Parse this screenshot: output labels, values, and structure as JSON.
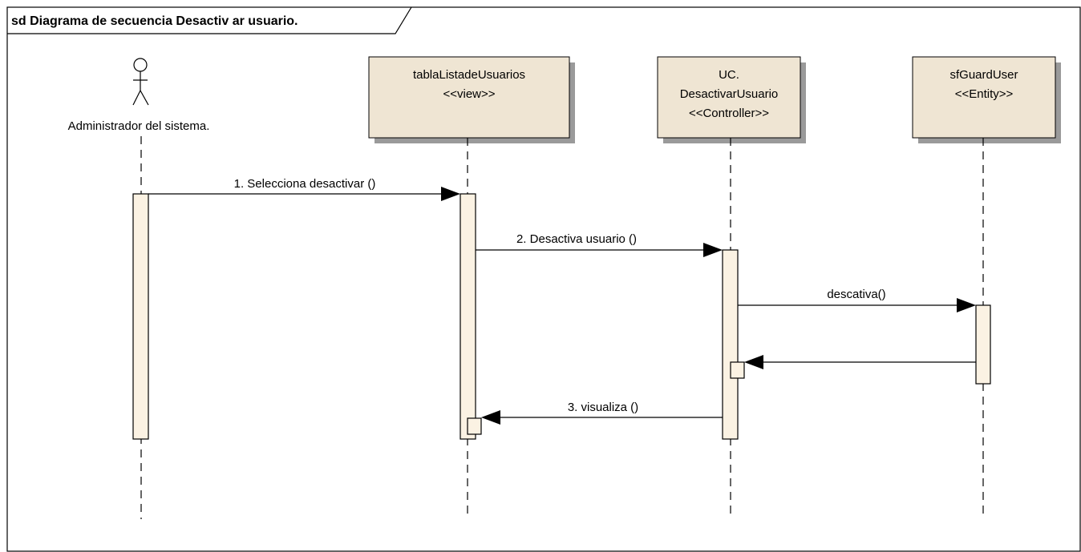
{
  "frame": {
    "title": "sd Diagrama de secuencia Desactiv ar usuario."
  },
  "actor": {
    "name": "Administrador del sistema."
  },
  "lifelines": [
    {
      "lines": [
        "tablaListadeUsuarios",
        "<<view>>"
      ]
    },
    {
      "lines": [
        "UC.",
        "DesactivarUsuario",
        "<<Controller>>"
      ]
    },
    {
      "lines": [
        "sfGuardUser",
        "<<Entity>>"
      ]
    }
  ],
  "messages": [
    {
      "label": "1. Selecciona desactivar ()"
    },
    {
      "label": "2. Desactiva usuario ()"
    },
    {
      "label": "descativa()"
    },
    {
      "label": ""
    },
    {
      "label": "3. visualiza ()"
    }
  ],
  "colors": {
    "box_fill": "#efe5d3",
    "activation_fill": "#fbf2e3",
    "shadow": "#9a9a9a",
    "stroke": "#000000"
  }
}
